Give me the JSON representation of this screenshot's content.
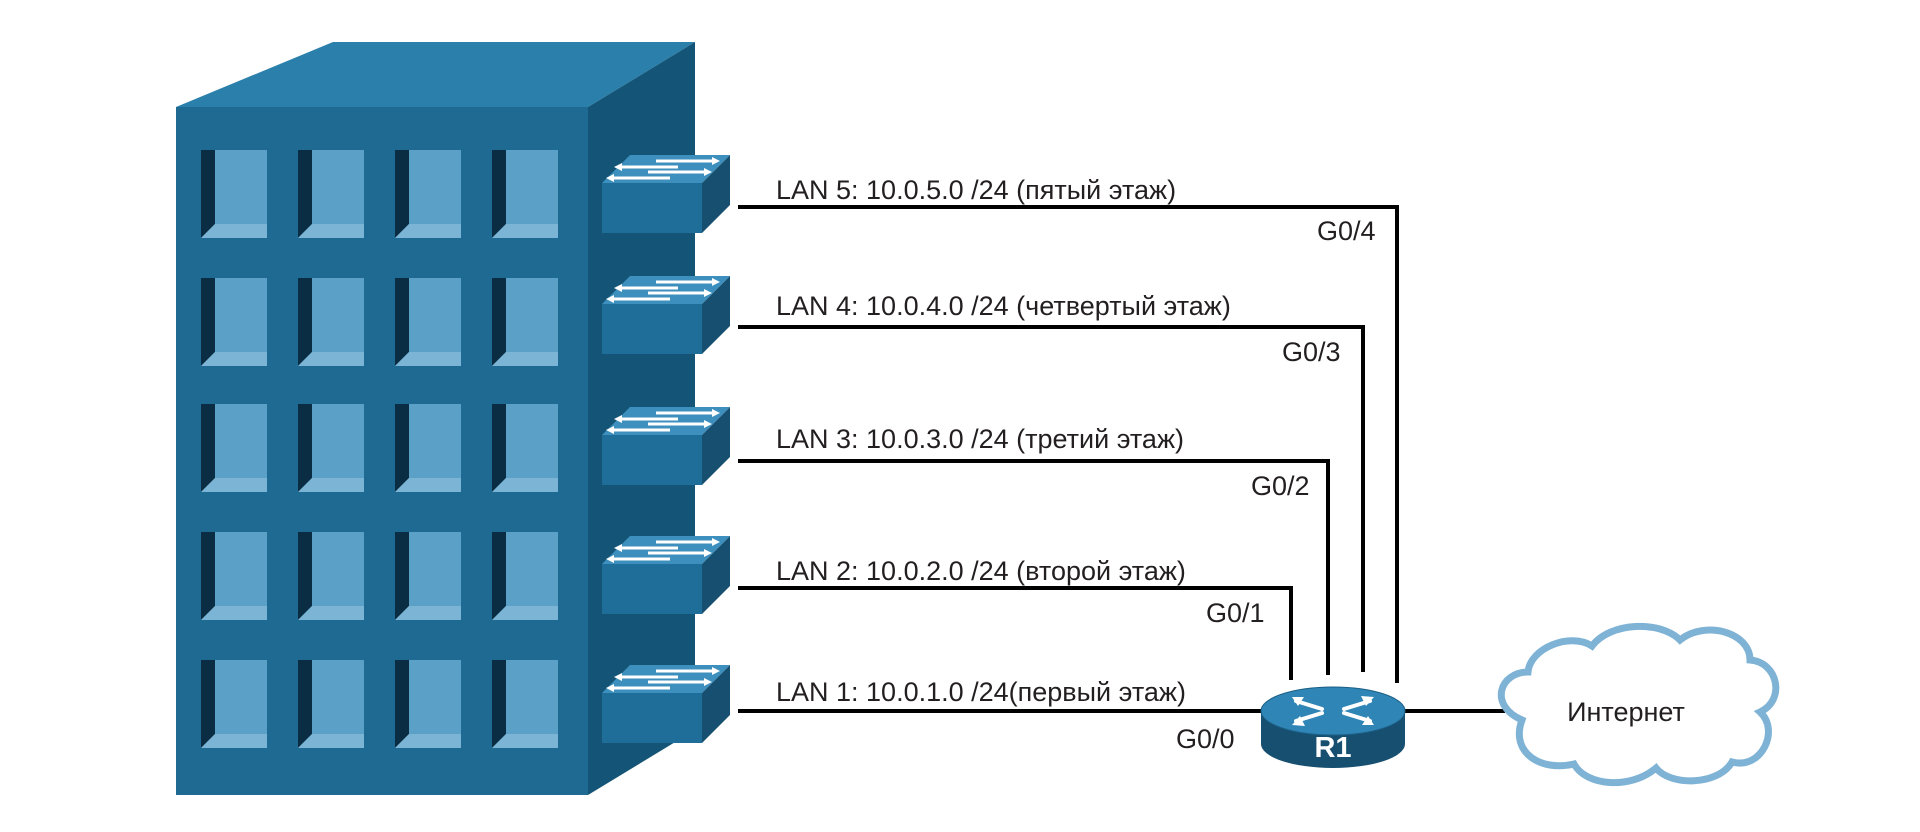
{
  "colors": {
    "building_front": "#1f6a92",
    "building_side": "#145476",
    "building_top": "#2a7fab",
    "window_pane": "#5ba0c6",
    "window_shadow": "#0b2d44",
    "switch_top": "#3d8fbd",
    "switch_front": "#1f6d99",
    "cloud_stroke": "#7fb3d5",
    "router_body": "#1f6d99",
    "link": "#000000"
  },
  "icons": {
    "building": "office-building-icon",
    "switch": "switch-icon",
    "router": "router-icon",
    "cloud": "cloud-icon"
  },
  "lans": [
    {
      "id": "lan5",
      "label": "LAN 5: 10.0.5.0 /24 (пятый этаж)",
      "port": "G0/4"
    },
    {
      "id": "lan4",
      "label": "LAN 4: 10.0.4.0 /24 (четвертый этаж)",
      "port": "G0/3"
    },
    {
      "id": "lan3",
      "label": "LAN 3: 10.0.3.0 /24 (третий этаж)",
      "port": "G0/2"
    },
    {
      "id": "lan2",
      "label": "LAN 2: 10.0.2.0 /24 (второй этаж)",
      "port": "G0/1"
    },
    {
      "id": "lan1",
      "label": "LAN 1: 10.0.1.0 /24(первый этаж)",
      "port": "G0/0"
    }
  ],
  "router": {
    "name": "R1"
  },
  "cloud": {
    "label": "Интернет"
  }
}
